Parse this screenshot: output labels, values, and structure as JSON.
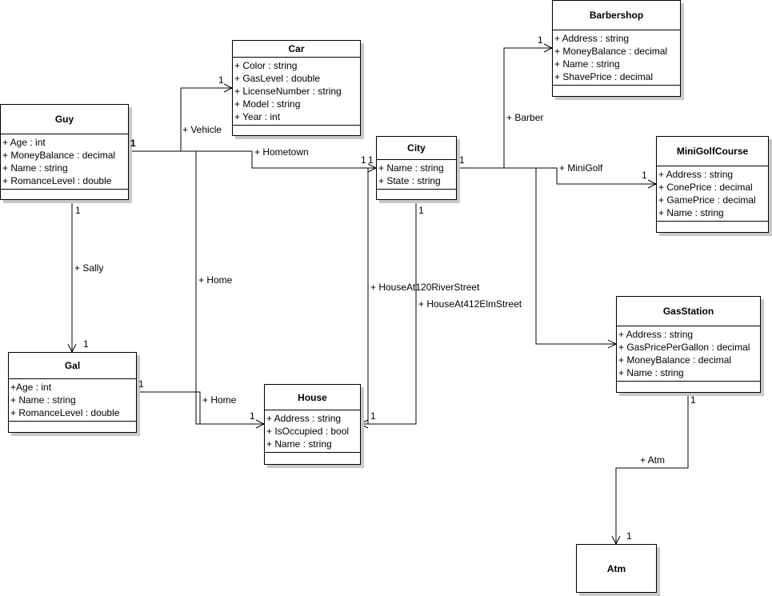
{
  "diagram": {
    "type": "UML class diagram",
    "classes": [
      {
        "id": "guy",
        "name": "Guy",
        "attributes": [
          "+ Age : int",
          "+ MoneyBalance : decimal",
          "+ Name : string",
          "+ RomanceLevel : double"
        ]
      },
      {
        "id": "car",
        "name": "Car",
        "attributes": [
          "+ Color : string",
          "+ GasLevel : double",
          "+ LicenseNumber : string",
          "+ Model : string",
          "+ Year : int"
        ]
      },
      {
        "id": "city",
        "name": "City",
        "attributes": [
          "+ Name : string",
          "+ State : string"
        ]
      },
      {
        "id": "barbershop",
        "name": "Barbershop",
        "attributes": [
          "+ Address : string",
          "+ MoneyBalance : decimal",
          "+ Name : string",
          "+ ShavePrice : decimal"
        ]
      },
      {
        "id": "minigolfcourse",
        "name": "MiniGolfCourse",
        "attributes": [
          "+ Address : string",
          "+ ConePrice : decimal",
          "+ GamePrice : decimal",
          "+ Name : string"
        ]
      },
      {
        "id": "gasstation",
        "name": "GasStation",
        "attributes": [
          "+ Address : string",
          "+ GasPricePerGallon : decimal",
          "+ MoneyBalance : decimal",
          "+ Name : string"
        ]
      },
      {
        "id": "gal",
        "name": "Gal",
        "attributes": [
          "+Age : int",
          "+ Name : string",
          "+ RomanceLevel : double"
        ]
      },
      {
        "id": "house",
        "name": "House",
        "attributes": [
          "+ Address : string",
          "+ IsOccupied : bool",
          "+ Name : string"
        ]
      },
      {
        "id": "atm",
        "name": "Atm",
        "attributes": []
      }
    ],
    "associations": [
      {
        "id": "vehicle",
        "from": "Guy",
        "to": "Car",
        "role": "+ Vehicle",
        "source_multiplicity": "1",
        "target_multiplicity": "1"
      },
      {
        "id": "hometown",
        "from": "Guy",
        "to": "City",
        "role": "+ Hometown",
        "source_multiplicity": "1",
        "target_multiplicity": "1"
      },
      {
        "id": "guy-home",
        "from": "Guy",
        "to": "House",
        "role": "+ Home",
        "source_multiplicity": "1",
        "target_multiplicity": "1"
      },
      {
        "id": "sally",
        "from": "Guy",
        "to": "Gal",
        "role": "+ Sally",
        "source_multiplicity": "1",
        "target_multiplicity": "1"
      },
      {
        "id": "gal-home",
        "from": "Gal",
        "to": "House",
        "role": "+ Home",
        "source_multiplicity": "1",
        "target_multiplicity": "1"
      },
      {
        "id": "barber",
        "from": "City",
        "to": "Barbershop",
        "role": "+ Barber",
        "source_multiplicity": "1",
        "target_multiplicity": "1"
      },
      {
        "id": "minigolf",
        "from": "City",
        "to": "MiniGolfCourse",
        "role": "+ MiniGolf",
        "source_multiplicity": "1",
        "target_multiplicity": "1"
      },
      {
        "id": "gasstation",
        "from": "City",
        "to": "GasStation",
        "role": "",
        "source_multiplicity": "1",
        "target_multiplicity": ""
      },
      {
        "id": "river",
        "from": "City",
        "to": "House",
        "role": "+ HouseAt120RiverStreet",
        "source_multiplicity": "1",
        "target_multiplicity": "1"
      },
      {
        "id": "elm",
        "from": "City",
        "to": "House",
        "role": "+ HouseAt412ElmStreet",
        "source_multiplicity": "1",
        "target_multiplicity": "1"
      },
      {
        "id": "atm",
        "from": "GasStation",
        "to": "Atm",
        "role": "+ Atm",
        "source_multiplicity": "1",
        "target_multiplicity": "1"
      }
    ]
  }
}
